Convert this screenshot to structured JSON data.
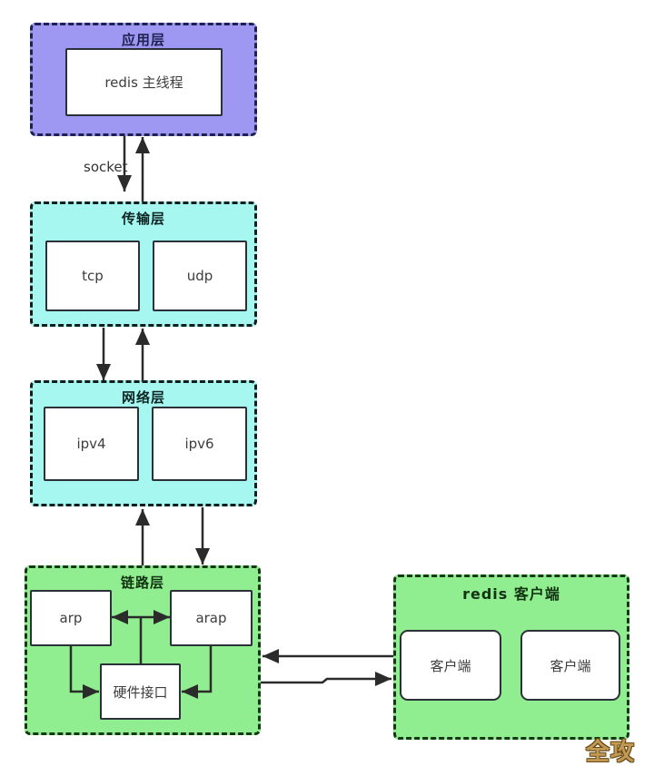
{
  "socket_label": "socket",
  "layers": {
    "app": {
      "title": "应用层",
      "node": "redis 主线程"
    },
    "transport": {
      "title": "传输层",
      "nodes": [
        "tcp",
        "udp"
      ]
    },
    "network": {
      "title": "网络层",
      "nodes": [
        "ipv4",
        "ipv6"
      ]
    },
    "link": {
      "title": "链路层",
      "nodes": [
        "arp",
        "arap",
        "硬件接口"
      ]
    },
    "client": {
      "title": "redis 客户端",
      "nodes": [
        "客户端",
        "客户端"
      ]
    }
  },
  "watermark": {
    "text": "全攻略"
  },
  "colors": {
    "app-fill": "#9e98f3",
    "app-border": "#1d2150",
    "app-title": "#1d2150",
    "cyan-fill": "#a5f7f0",
    "cyan-border": "#101f1e",
    "cyan-title": "#0e2423",
    "green-fill": "#90ee90",
    "green-border": "#143714",
    "green-title": "#123312",
    "node-border": "#2b3138",
    "node-text": "#3d3d3d",
    "arrow": "#2b2b2b",
    "watermark": "#c09a55"
  }
}
